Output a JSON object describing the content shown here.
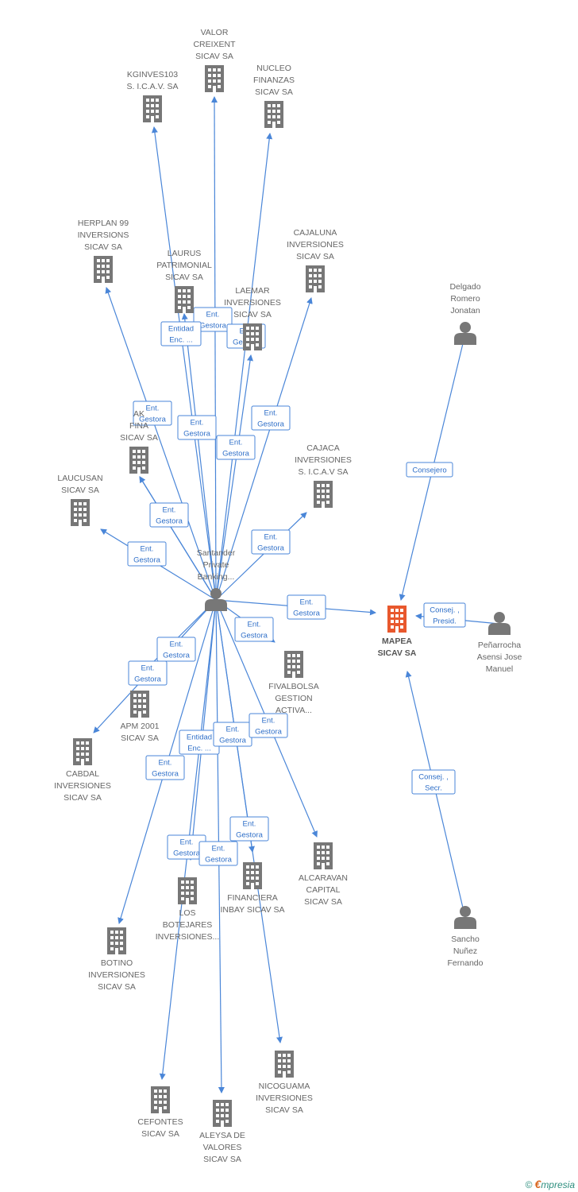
{
  "colors": {
    "edge": "#4a86d8",
    "node_default": "#777777",
    "node_main": "#e8582d",
    "label_text": "#2f6fc8"
  },
  "nodes": [
    {
      "id": "valor",
      "type": "company",
      "lines": [
        "VALOR",
        "CREIXENT",
        "SICAV SA"
      ]
    },
    {
      "id": "kginves",
      "type": "company",
      "lines": [
        "KGINVES103",
        "S. I.C.A.V. SA"
      ]
    },
    {
      "id": "nucleo",
      "type": "company",
      "lines": [
        "NUCLEO",
        "FINANZAS",
        "SICAV SA"
      ]
    },
    {
      "id": "herplan",
      "type": "company",
      "lines": [
        "HERPLAN 99",
        "INVERSIONS",
        "SICAV SA"
      ]
    },
    {
      "id": "laurus",
      "type": "company",
      "lines": [
        "LAURUS",
        "PATRIMONIAL",
        "SICAV SA"
      ]
    },
    {
      "id": "cajaluna",
      "type": "company",
      "lines": [
        "CAJALUNA",
        "INVERSIONES",
        "SICAV SA"
      ]
    },
    {
      "id": "laemar",
      "type": "company",
      "lines": [
        "LAEMAR",
        "INVERSIONES",
        "SICAV SA"
      ]
    },
    {
      "id": "akfin",
      "type": "company",
      "lines": [
        "AK",
        "FINA",
        "SICAV SA"
      ]
    },
    {
      "id": "laucusan",
      "type": "company",
      "lines": [
        "LAUCUSAN",
        "SICAV SA"
      ]
    },
    {
      "id": "cajaca",
      "type": "company",
      "lines": [
        "CAJACA",
        "INVERSIONES",
        "S. I.C.A.V SA"
      ]
    },
    {
      "id": "delgado",
      "type": "person",
      "lines": [
        "Delgado",
        "Romero",
        "Jonatan"
      ]
    },
    {
      "id": "santander",
      "type": "person",
      "lines": [
        "Santander",
        "Private",
        "Banking..."
      ]
    },
    {
      "id": "mapea",
      "type": "main",
      "lines": [
        "MAPEA",
        "SICAV SA"
      ]
    },
    {
      "id": "penarrocha",
      "type": "person",
      "lines": [
        "Peñarrocha",
        "Asensi Jose",
        "Manuel"
      ]
    },
    {
      "id": "fivalbolsa",
      "type": "company",
      "lines": [
        "FIVALBOLSA",
        "GESTION",
        "ACTIVA..."
      ]
    },
    {
      "id": "apm",
      "type": "company",
      "lines": [
        "APM 2001",
        "SICAV SA"
      ]
    },
    {
      "id": "cabdal",
      "type": "company",
      "lines": [
        "CABDAL",
        "INVERSIONES",
        "SICAV SA"
      ]
    },
    {
      "id": "alcaravan",
      "type": "company",
      "lines": [
        "ALCARAVAN",
        "CAPITAL",
        "SICAV SA"
      ]
    },
    {
      "id": "financiera",
      "type": "company",
      "lines": [
        "FINANCIERA",
        "INBAY SICAV SA"
      ]
    },
    {
      "id": "botejares",
      "type": "company",
      "lines": [
        "LOS",
        "BOTEJARES",
        "INVERSIONES..."
      ]
    },
    {
      "id": "botino",
      "type": "company",
      "lines": [
        "BOTINO",
        "INVERSIONES",
        "SICAV SA"
      ]
    },
    {
      "id": "sancho",
      "type": "person",
      "lines": [
        "Sancho",
        "Nuñez",
        "Fernando"
      ]
    },
    {
      "id": "nicoguama",
      "type": "company",
      "lines": [
        "NICOGUAMA",
        "INVERSIONES",
        "SICAV SA"
      ]
    },
    {
      "id": "cefontes",
      "type": "company",
      "lines": [
        "CEFONTES",
        "SICAV SA"
      ]
    },
    {
      "id": "aleysa",
      "type": "company",
      "lines": [
        "ALEYSA DE",
        "VALORES",
        "SICAV SA"
      ]
    }
  ],
  "edge_labels": [
    {
      "id": "e1",
      "lines": [
        "Ent.",
        "Gestora"
      ]
    },
    {
      "id": "e2",
      "lines": [
        "Entidad",
        "Enc. ..."
      ]
    },
    {
      "id": "e3",
      "lines": [
        "Ent.",
        "Gestora"
      ]
    },
    {
      "id": "e4",
      "lines": [
        "Ent.",
        "Gestora"
      ]
    },
    {
      "id": "e5",
      "lines": [
        "Ent.",
        "Gestora"
      ]
    },
    {
      "id": "e6",
      "lines": [
        "Ent.",
        "Gestora"
      ]
    },
    {
      "id": "e7",
      "lines": [
        "Ent.",
        "Gestora"
      ]
    },
    {
      "id": "e8",
      "lines": [
        "Ent.",
        "Gestora"
      ]
    },
    {
      "id": "e9",
      "lines": [
        "Ent.",
        "Gestora"
      ]
    },
    {
      "id": "e10",
      "lines": [
        "Ent.",
        "Gestora"
      ]
    },
    {
      "id": "e11",
      "lines": [
        "Ent.",
        "Gestora"
      ]
    },
    {
      "id": "e12",
      "lines": [
        "Consejero"
      ]
    },
    {
      "id": "e13",
      "lines": [
        "Ent.",
        "Gestora"
      ]
    },
    {
      "id": "e14",
      "lines": [
        "Consej. ,",
        "Presid."
      ]
    },
    {
      "id": "e15",
      "lines": [
        "Ent.",
        "Gestora"
      ]
    },
    {
      "id": "e16",
      "lines": [
        "Ent.",
        "Gestora"
      ]
    },
    {
      "id": "e17",
      "lines": [
        "Ent.",
        "Gestora"
      ]
    },
    {
      "id": "e18",
      "lines": [
        "Entidad",
        "Enc. ..."
      ]
    },
    {
      "id": "e19",
      "lines": [
        "Ent.",
        "Gestora"
      ]
    },
    {
      "id": "e20",
      "lines": [
        "Ent.",
        "Gestora"
      ]
    },
    {
      "id": "e21",
      "lines": [
        "Ent.",
        "Gestora"
      ]
    },
    {
      "id": "e22",
      "lines": [
        "Ent.",
        "Gestora"
      ]
    },
    {
      "id": "e23",
      "lines": [
        "Consej. ,",
        "Secr."
      ]
    },
    {
      "id": "e24",
      "lines": [
        "Ent.",
        "Gestora"
      ]
    },
    {
      "id": "e25",
      "lines": [
        "Ent.",
        "Gestora"
      ]
    }
  ],
  "footer": {
    "copyright": "©",
    "brand_e": "€",
    "brand_rest": "mpresia"
  }
}
